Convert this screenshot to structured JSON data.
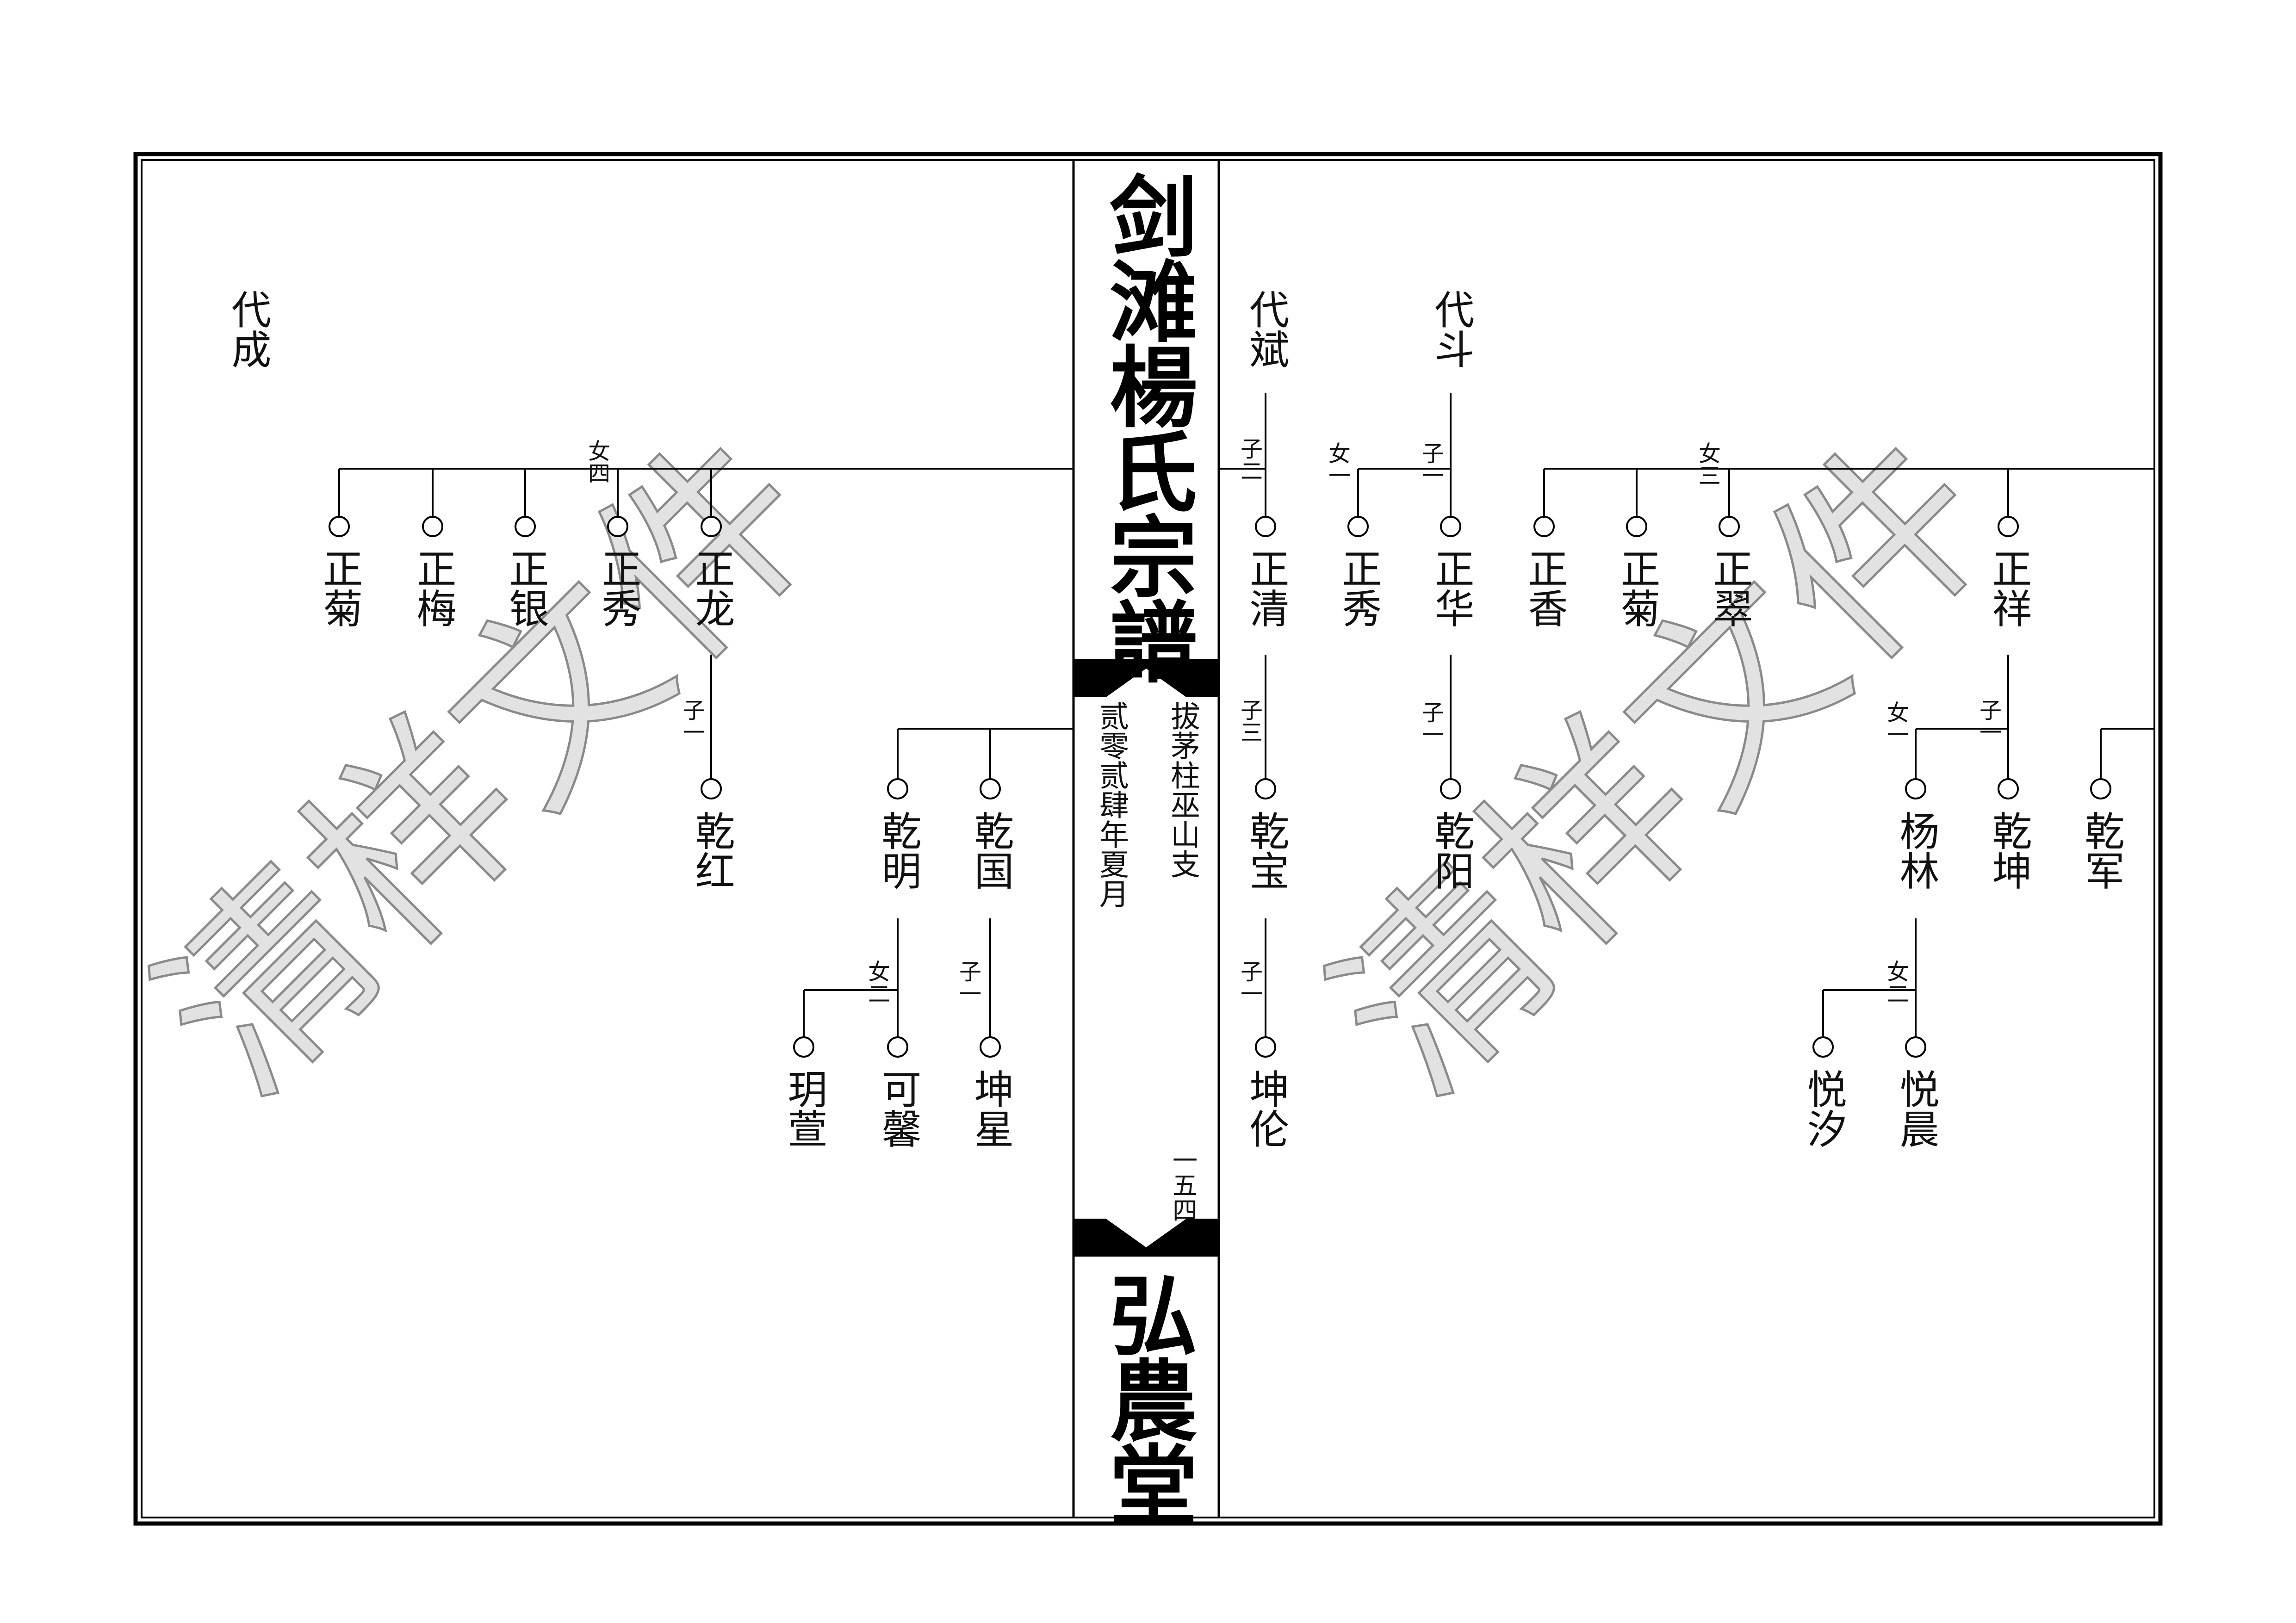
{
  "book": {
    "title": "剑滩楊氏宗譜",
    "hall": "弘農堂",
    "branch": "拔茅柱巫山支",
    "date": "贰零贰肆年夏月",
    "page_number": "一五四"
  },
  "watermark": "清样文件",
  "left_page": {
    "generation": "代成",
    "groups": [
      {
        "label": "女四",
        "children": [
          "正菊",
          "正梅",
          "正银",
          "正秀",
          "正龙"
        ]
      },
      {
        "label": "子一",
        "children": [
          "乾红"
        ]
      },
      {
        "label": "",
        "children": [
          "乾明",
          "乾国"
        ]
      },
      {
        "label": "女二",
        "children": [
          "玥萱",
          "可馨"
        ]
      },
      {
        "label": "子一",
        "children": [
          "坤星"
        ]
      }
    ]
  },
  "right_page": {
    "generations": [
      "代斌",
      "代斗"
    ],
    "groups": [
      {
        "label": "子二",
        "children": [
          "正清"
        ]
      },
      {
        "label": "女一",
        "children": [
          "正秀"
        ]
      },
      {
        "label": "子一",
        "children": [
          "正华"
        ]
      },
      {
        "label": "女三",
        "children": [
          "正香",
          "正菊",
          "正翠"
        ]
      },
      {
        "label": "",
        "children": [
          "正祥"
        ]
      },
      {
        "label": "子三",
        "children": [
          "乾宝"
        ]
      },
      {
        "label": "子一",
        "children": [
          "乾阳"
        ]
      },
      {
        "label": "女一",
        "children": [
          "杨林"
        ]
      },
      {
        "label": "子一",
        "children": [
          "乾坤"
        ]
      },
      {
        "label": "",
        "children": [
          "乾军"
        ]
      },
      {
        "label": "子一",
        "children": [
          "坤伦"
        ]
      },
      {
        "label": "女二",
        "children": [
          "悦汐",
          "悦晨"
        ]
      }
    ]
  }
}
